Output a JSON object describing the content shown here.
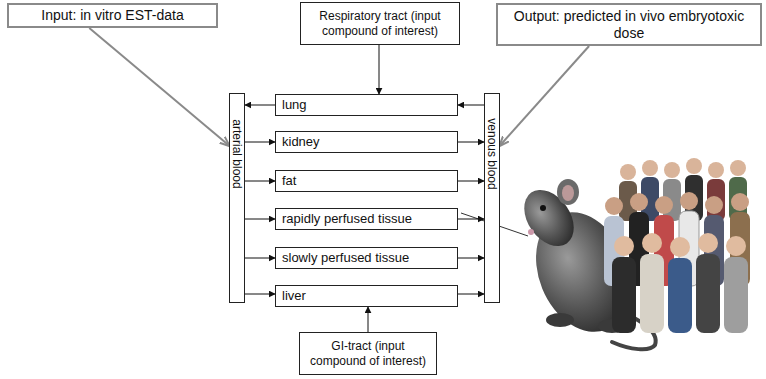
{
  "diagram": {
    "nodes": [
      {
        "text": [
          "Input: in vitro EST-data"
        ]
      },
      {
        "text": [
          "Respiratory tract (input compound of interest)"
        ]
      },
      {
        "text": [
          "Output: predicted in vivo embryotoxic dose"
        ]
      },
      {
        "text": [
          "arterial blood"
        ]
      },
      {
        "text": [
          "lung"
        ]
      },
      {
        "text": [
          "kidney"
        ]
      },
      {
        "text": [
          "fat"
        ]
      },
      {
        "text": [
          "rapidly perfused tissue"
        ]
      },
      {
        "text": [
          "slowly perfused tissue"
        ]
      },
      {
        "text": [
          "liver"
        ]
      },
      {
        "text": [
          "venous blood"
        ]
      },
      {
        "text": [
          "GI-tract (input compound of interest)"
        ]
      }
    ],
    "edges": [
      {
        "from": 0,
        "to": 3,
        "arrow": "to"
      },
      {
        "from": 2,
        "to": 10,
        "arrow": "to"
      },
      {
        "from": 1,
        "to": 4,
        "arrow": "to"
      },
      {
        "from": 11,
        "to": 9,
        "arrow": "to"
      },
      {
        "from": 4,
        "to": 3,
        "arrow": "to"
      },
      {
        "from": 10,
        "to": 4,
        "arrow": "to"
      },
      {
        "from": 3,
        "to": 5,
        "arrow": "to"
      },
      {
        "from": 5,
        "to": 10,
        "arrow": "to"
      },
      {
        "from": 3,
        "to": 6,
        "arrow": "to"
      },
      {
        "from": 6,
        "to": 10,
        "arrow": "to"
      },
      {
        "from": 3,
        "to": 7,
        "arrow": "to"
      },
      {
        "from": 7,
        "to": 10,
        "arrow": "to"
      },
      {
        "from": 3,
        "to": 8,
        "arrow": "to"
      },
      {
        "from": 8,
        "to": 10,
        "arrow": "to"
      },
      {
        "from": 3,
        "to": 9,
        "arrow": "to"
      },
      {
        "from": 9,
        "to": 10,
        "arrow": "to"
      }
    ]
  }
}
